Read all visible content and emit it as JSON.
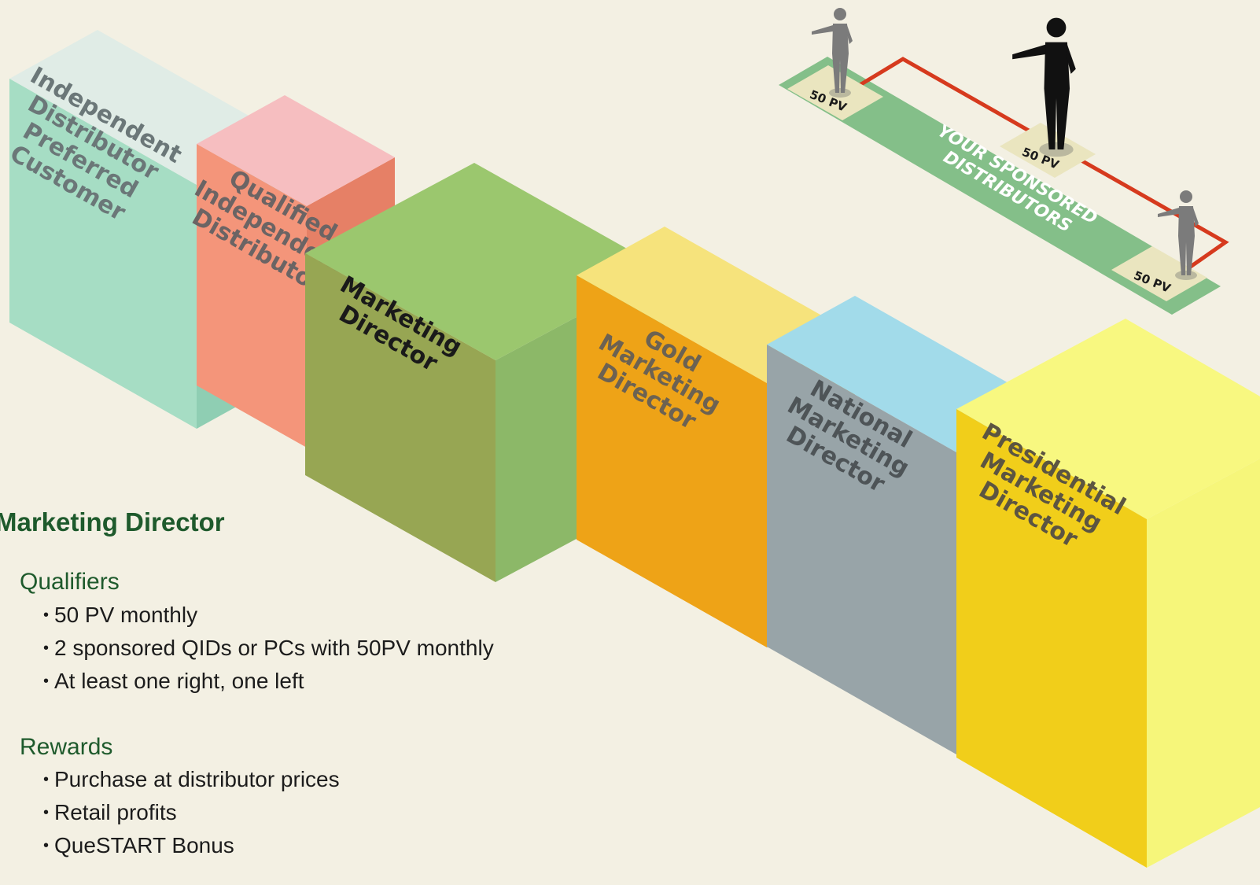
{
  "ranks": [
    {
      "id": "id-pc",
      "lines": [
        "Independent",
        "Distributor",
        "",
        "Preferred",
        "Customer"
      ],
      "colors": {
        "top": "#e0ece6",
        "front": "#a6ddc4",
        "side": "#8fceb3",
        "text": "#6b7778"
      }
    },
    {
      "id": "qid",
      "lines": [
        "Qualified",
        "Independent",
        "Distributor"
      ],
      "colors": {
        "top": "#f6bec0",
        "front": "#f4957a",
        "side": "#e68066",
        "text": "#6b6464"
      }
    },
    {
      "id": "md",
      "lines": [
        "Marketing",
        "Director"
      ],
      "colors": {
        "top": "#9bc76e",
        "front": "#97a653",
        "side": "#8cb868",
        "text": "#1a1a1a"
      }
    },
    {
      "id": "gmd",
      "lines": [
        "Gold",
        "Marketing",
        "Director"
      ],
      "colors": {
        "top": "#f6e37c",
        "front": "#eea317",
        "side": "#e69612",
        "text": "#6c6252"
      }
    },
    {
      "id": "nmd",
      "lines": [
        "National",
        "Marketing",
        "Director"
      ],
      "colors": {
        "top": "#a2dbea",
        "front": "#98a4a8",
        "side": "#8c979b",
        "text": "#4e5457"
      }
    },
    {
      "id": "pmd",
      "lines": [
        "Presidential",
        "Marketing",
        "Director"
      ],
      "colors": {
        "top": "#f8f880",
        "front": "#f1ce1a",
        "side": "#f6f67a",
        "text": "#5c5541"
      }
    }
  ],
  "sponsored": {
    "band_label_lines": [
      "YOUR SPONSORED",
      "DISTRIBUTORS"
    ],
    "pv_label": "50 PV",
    "colors": {
      "band": "#84bf89",
      "pad": "#eae5bf",
      "line": "#d63a1e",
      "person": "#7b7b7b",
      "you": "#111111"
    }
  },
  "info": {
    "title": "Marketing Director",
    "qualifiers_heading": "Qualifiers",
    "qualifiers": [
      "50 PV monthly",
      "2 sponsored QIDs or PCs with 50PV monthly",
      "At least one right, one left"
    ],
    "rewards_heading": "Rewards",
    "rewards": [
      "Purchase at distributor prices",
      "Retail profits",
      "QueSTART Bonus"
    ],
    "bullet": "•"
  }
}
